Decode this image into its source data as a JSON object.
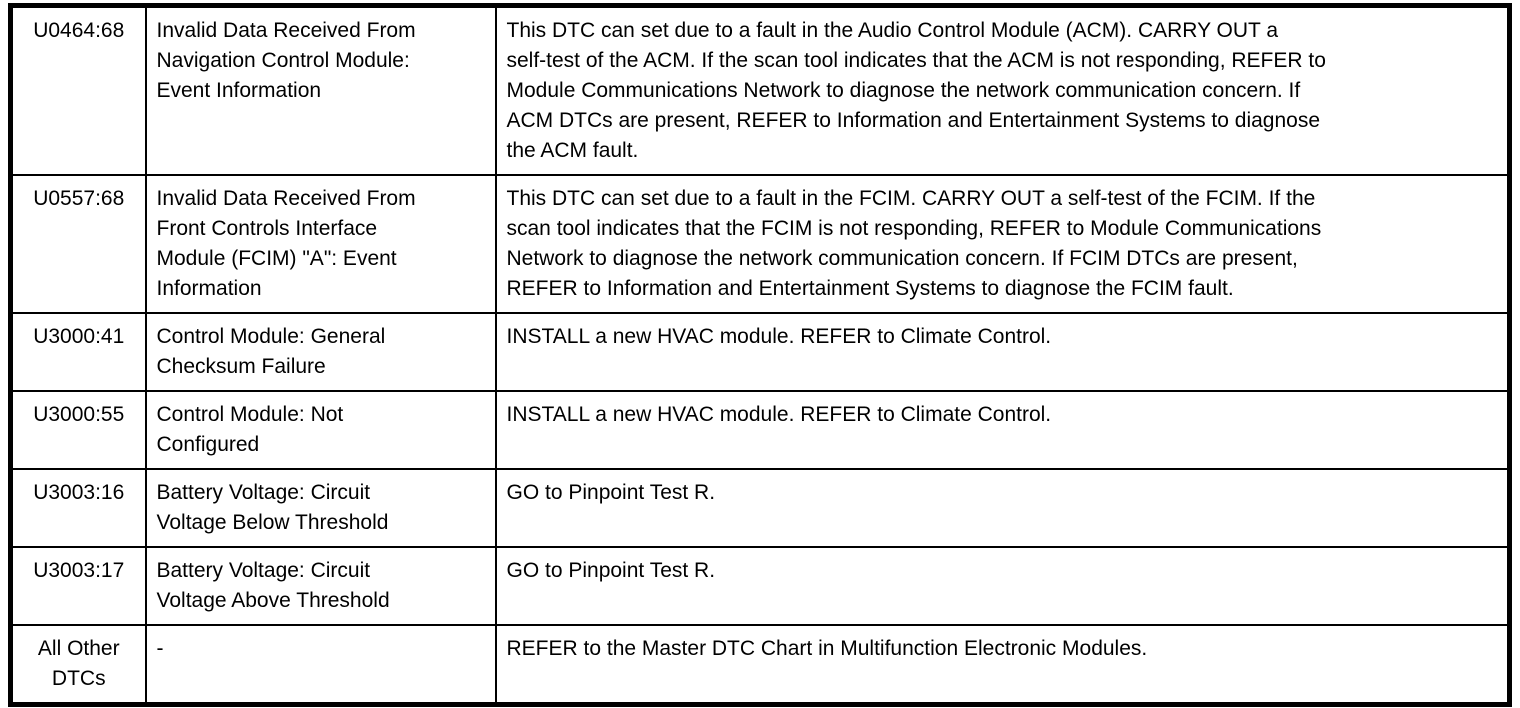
{
  "colors": {
    "border": "#000000",
    "text": "#000000",
    "background": "#ffffff"
  },
  "table": {
    "rows": [
      {
        "dtc": "U0464:68",
        "description": "Invalid Data Received From\nNavigation Control Module:\nEvent Information",
        "action": "This DTC can set due to a fault in the Audio Control Module (ACM). CARRY OUT a\nself-test of the ACM. If the scan tool indicates that the ACM is not responding, REFER to\nModule Communications Network to diagnose the network communication concern. If\nACM DTCs are present, REFER to Information and Entertainment Systems to diagnose\nthe ACM fault."
      },
      {
        "dtc": "U0557:68",
        "description": "Invalid Data Received From\nFront Controls Interface\nModule (FCIM) \"A\": Event\nInformation",
        "action": "This DTC can set due to a fault in the FCIM. CARRY OUT a self-test of the FCIM. If the\nscan tool indicates that the FCIM is not responding, REFER to Module Communications\nNetwork to diagnose the network communication concern. If FCIM DTCs are present,\nREFER to Information and Entertainment Systems to diagnose the FCIM fault."
      },
      {
        "dtc": "U3000:41",
        "description": "Control Module: General\nChecksum Failure",
        "action": "INSTALL a new HVAC module. REFER to Climate Control."
      },
      {
        "dtc": "U3000:55",
        "description": "Control Module: Not\nConfigured",
        "action": "INSTALL a new HVAC module. REFER to Climate Control."
      },
      {
        "dtc": "U3003:16",
        "description": "Battery Voltage: Circuit\nVoltage Below Threshold",
        "action": "GO to Pinpoint Test R."
      },
      {
        "dtc": "U3003:17",
        "description": "Battery Voltage: Circuit\nVoltage Above Threshold",
        "action": "GO to Pinpoint Test R."
      },
      {
        "dtc": "All Other\nDTCs",
        "description": "-",
        "action": "REFER to the Master DTC Chart in Multifunction Electronic Modules."
      }
    ]
  }
}
